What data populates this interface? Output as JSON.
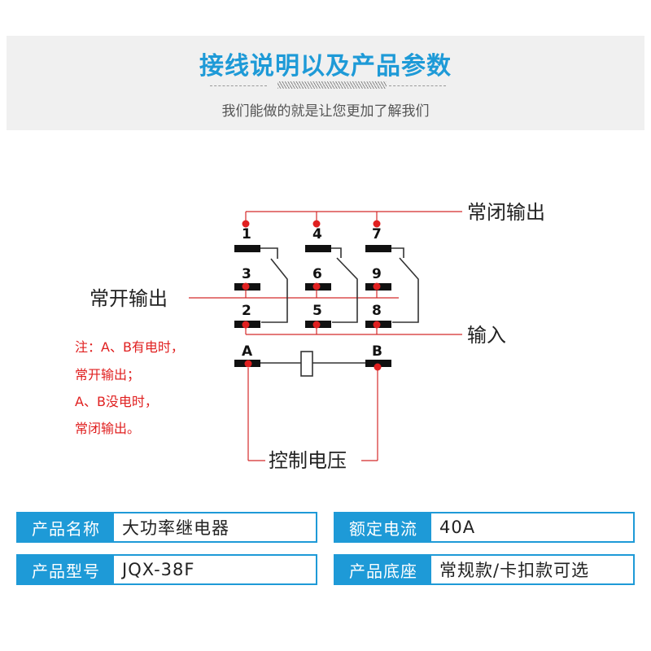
{
  "header": {
    "title": "接线说明以及产品参数",
    "subtitle": "我们能做的就是让您更加了解我们"
  },
  "diagram": {
    "callouts": {
      "nc_output": "常闭输出",
      "no_output": "常开输出",
      "input": "输入",
      "control_voltage": "控制电压"
    },
    "pins": {
      "p1": "1",
      "p4": "4",
      "p7": "7",
      "p3": "3",
      "p6": "6",
      "p9": "9",
      "p2": "2",
      "p5": "5",
      "p8": "8",
      "a": "A",
      "b": "B"
    },
    "note_lines": [
      "注：A、B有电时，",
      "常开输出；",
      "A、B没电时，",
      "常闭输出。"
    ],
    "colors": {
      "wire": "#d42a2a",
      "terminal": "#111111",
      "dot": "#e02020",
      "switch_line": "#333333"
    }
  },
  "params": [
    {
      "key": "产品名称",
      "value": "大功率继电器"
    },
    {
      "key": "额定电流",
      "value": "40A"
    },
    {
      "key": "产品型号",
      "value": "JQX-38F"
    },
    {
      "key": "产品底座",
      "value": "常规款/卡扣款可选"
    }
  ],
  "colors": {
    "accent": "#1e9ad7",
    "header_bg": "#f0f0f0"
  }
}
